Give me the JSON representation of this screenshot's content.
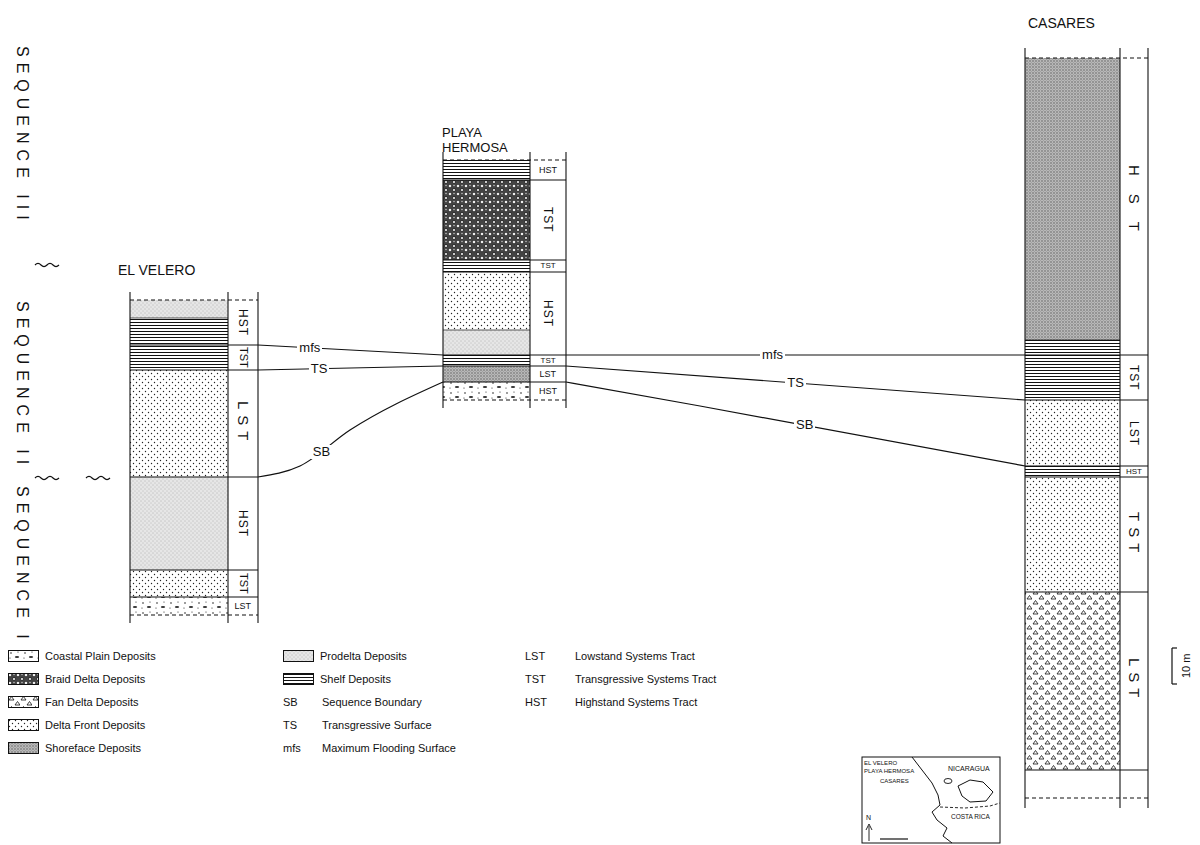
{
  "diagram": {
    "nodes": [
      {
        "text": [
          "EL VELERO"
        ]
      },
      {
        "text": [
          "HST"
        ],
        "in": 0
      },
      {
        "text": [
          "TST"
        ],
        "in": 0
      },
      {
        "text": [
          "LST"
        ],
        "in": 0
      },
      {
        "text": [
          "HST"
        ],
        "in": 0
      },
      {
        "text": [
          "TST"
        ],
        "in": 0
      },
      {
        "text": [
          "LST"
        ],
        "in": 0
      },
      {
        "text": [
          "PLAYA HERMOSA"
        ]
      },
      {
        "text": [
          "HST"
        ],
        "in": 7
      },
      {
        "text": [
          "TST"
        ],
        "in": 7
      },
      {
        "text": [
          "TST"
        ],
        "in": 7
      },
      {
        "text": [
          "HST"
        ],
        "in": 7
      },
      {
        "text": [
          "TST"
        ],
        "in": 7
      },
      {
        "text": [
          "LST"
        ],
        "in": 7
      },
      {
        "text": [
          "HST"
        ],
        "in": 7
      },
      {
        "text": [
          "CASARES"
        ]
      },
      {
        "text": [
          "HST"
        ],
        "in": 15
      },
      {
        "text": [
          "TST"
        ],
        "in": 15
      },
      {
        "text": [
          "LST"
        ],
        "in": 15
      },
      {
        "text": [
          "HST"
        ],
        "in": 15
      },
      {
        "text": [
          "TST"
        ],
        "in": 15
      },
      {
        "text": [
          "LST"
        ],
        "in": 15
      }
    ],
    "edges": [
      {
        "from": 0,
        "to": 7,
        "arrow": "none",
        "label": "mfs"
      },
      {
        "from": 0,
        "to": 7,
        "arrow": "none",
        "label": "TS"
      },
      {
        "from": 0,
        "to": 7,
        "arrow": "none",
        "label": "SB"
      },
      {
        "from": 7,
        "to": 15,
        "arrow": "none",
        "label": "mfs"
      },
      {
        "from": 7,
        "to": 15,
        "arrow": "none",
        "label": "TS"
      },
      {
        "from": 7,
        "to": 15,
        "arrow": "none",
        "label": "SB"
      }
    ],
    "labels": [
      "SEQUENCE III",
      "SEQUENCE II",
      "SEQUENCE I",
      "LST",
      "Lowstand Systems Tract",
      "TST",
      "Transgressive Systems Tract",
      "HST",
      "Highstand Systems Tract",
      "SB",
      "Sequence Boundary",
      "TS",
      "Transgressive Surface",
      "mfs",
      "Maximum Flooding Surface",
      "10 m",
      "EL VELERO",
      "PLAYA HERMOSA",
      "CASARES",
      "NICARAGUA",
      "COSTA RICA",
      "N"
    ],
    "legend": [
      {
        "text": "Coastal Plain Deposits"
      },
      {
        "text": "Braid Delta Deposits"
      },
      {
        "text": "Fan Delta Deposits"
      },
      {
        "text": "Delta Front Deposits"
      },
      {
        "text": "Shoreface Deposits"
      },
      {
        "text": "Prodelta Deposits"
      },
      {
        "text": "Shelf Deposits"
      }
    ]
  }
}
